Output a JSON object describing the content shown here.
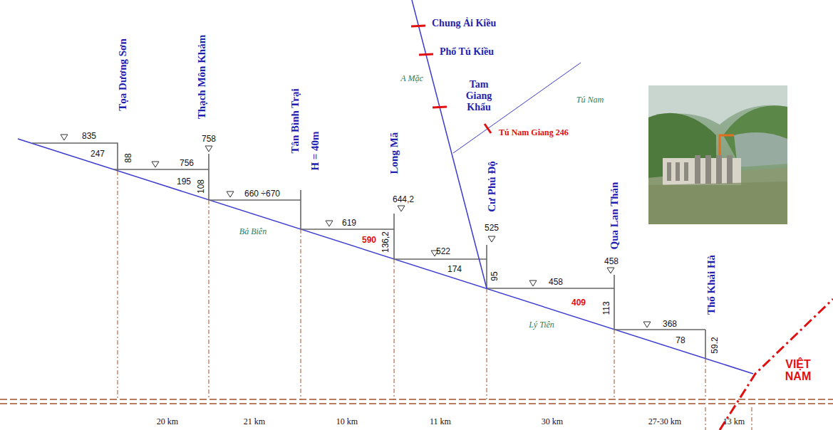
{
  "diagram": {
    "labels": [
      "Tọa Dương Sơn",
      "Thạch Môn Khảm",
      "Tân Bình Trại",
      "H = 40m",
      "Long Mã",
      "Cư Phủ Độ",
      "Qua Lan Thản",
      "Thổ Khải Hà",
      "Chung Ải Kiều",
      "Phổ Tú Kiều",
      "Tam Giang Khẩu",
      "A Mặc",
      "Tú Nam",
      "Tú Nam Giang 246",
      "835",
      "247",
      "88",
      "756",
      "758",
      "195",
      "108",
      "660 ÷670",
      "Bả Biên",
      "619",
      "644,2",
      "590",
      "136,2",
      "522",
      "525",
      "174",
      "95",
      "458",
      "458",
      "409",
      "113",
      "Lý Tiên",
      "368",
      "78",
      "59.2",
      "20 km",
      "21 km",
      "10 km",
      "11 km",
      "30 km",
      "27-30 km",
      "13 km",
      "VIỆT NAM"
    ]
  }
}
